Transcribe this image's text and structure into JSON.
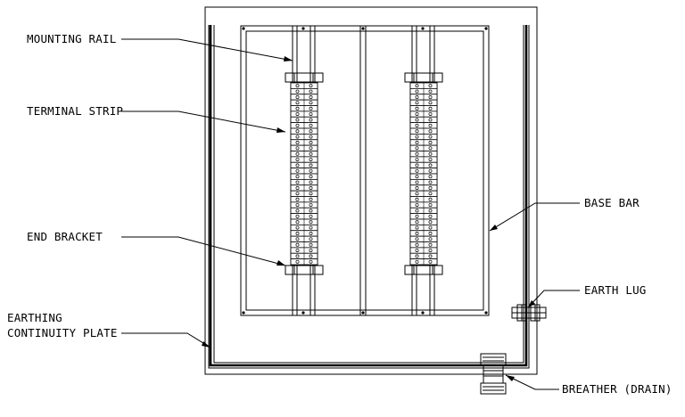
{
  "labels": {
    "mounting_rail": "MOUNTING RAIL",
    "terminal_strip": "TERMINAL STRIP",
    "end_bracket": "END BRACKET",
    "earthing_line1": "EARTHING",
    "earthing_line2": "CONTINUITY PLATE",
    "base_bar": "BASE BAR",
    "earth_lug": "EARTH LUG",
    "breather": "BREATHER (DRAIN)"
  },
  "terminal_strip": {
    "terminals_per_strip": 32,
    "strip_count": 2
  },
  "colors": {
    "line": "#000000",
    "background": "#ffffff"
  }
}
